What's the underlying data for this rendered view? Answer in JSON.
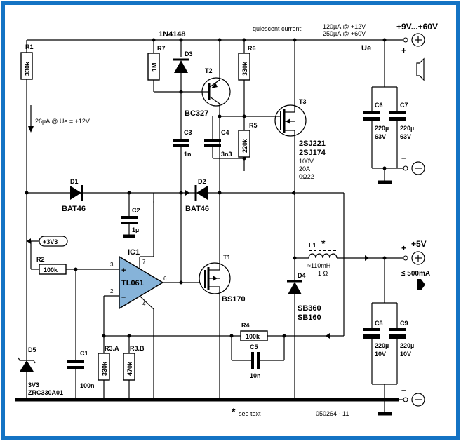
{
  "header": {
    "diode_top": "1N4148",
    "quiescent_label": "quiescent current:",
    "quiescent_line1": "120µA @ +12V",
    "quiescent_line2": "250µA @ +60V",
    "vin_range": "+9V...+60V",
    "ue": "Ue"
  },
  "components": {
    "R1": {
      "ref": "R1",
      "value": "330k"
    },
    "R7": {
      "ref": "R7",
      "value": "1M"
    },
    "D3": {
      "ref": "D3"
    },
    "T2": {
      "ref": "T2",
      "type": "BC327"
    },
    "R6": {
      "ref": "R6",
      "value": "330k"
    },
    "R5": {
      "ref": "R5",
      "value": "220k"
    },
    "T3": {
      "ref": "T3",
      "type1": "2SJ221",
      "type2": "2SJ174",
      "spec1": "100V",
      "spec2": "20A",
      "spec3": "0Ω22"
    },
    "C3": {
      "ref": "C3",
      "value": "1n"
    },
    "C4": {
      "ref": "C4",
      "value": "3n3"
    },
    "C6": {
      "ref": "C6",
      "value": "220µ",
      "volt": "63V"
    },
    "C7": {
      "ref": "C7",
      "value": "220µ",
      "volt": "63V"
    },
    "D1": {
      "ref": "D1",
      "type": "BAT46"
    },
    "D2": {
      "ref": "D2",
      "type": "BAT46"
    },
    "C2": {
      "ref": "C2",
      "value": "1µ"
    },
    "IC1": {
      "ref": "IC1",
      "type": "TL061",
      "pin_plus": "+",
      "pin_minus": "–",
      "pin3": "3",
      "pin2": "2",
      "pin7": "7",
      "pin4": "4",
      "pin6": "6"
    },
    "R2": {
      "ref": "R2",
      "value": "100k"
    },
    "T1": {
      "ref": "T1",
      "type": "BS170"
    },
    "L1": {
      "ref": "L1",
      "star": "*",
      "value": "≈110mH",
      "res": "1 Ω"
    },
    "D4": {
      "ref": "D4",
      "type1": "SB360",
      "type2": "SB160"
    },
    "R4": {
      "ref": "R4",
      "value": "100k"
    },
    "C5": {
      "ref": "C5",
      "value": "10n"
    },
    "C1": {
      "ref": "C1",
      "value": "100n"
    },
    "R3A": {
      "ref": "R3.A",
      "value": "330k"
    },
    "R3B": {
      "ref": "R3.B",
      "value": "470k"
    },
    "C8": {
      "ref": "C8",
      "value": "220µ",
      "volt": "10V"
    },
    "C9": {
      "ref": "C9",
      "value": "220µ",
      "volt": "10V"
    },
    "D5": {
      "ref": "D5",
      "type1": "3V3",
      "type2": "ZRC330A01"
    }
  },
  "annotations": {
    "r1_current": "26µA @ Ue = +12V",
    "ref_voltage": "+3V3",
    "out_voltage": "+5V",
    "out_current": "≤ 500mA",
    "see_text": "see text",
    "star": "*",
    "code": "050264 - 11",
    "plus": "+",
    "minus": "–"
  },
  "colors": {
    "frame": "#1473c4",
    "opamp_fill": "#86b3d9"
  }
}
